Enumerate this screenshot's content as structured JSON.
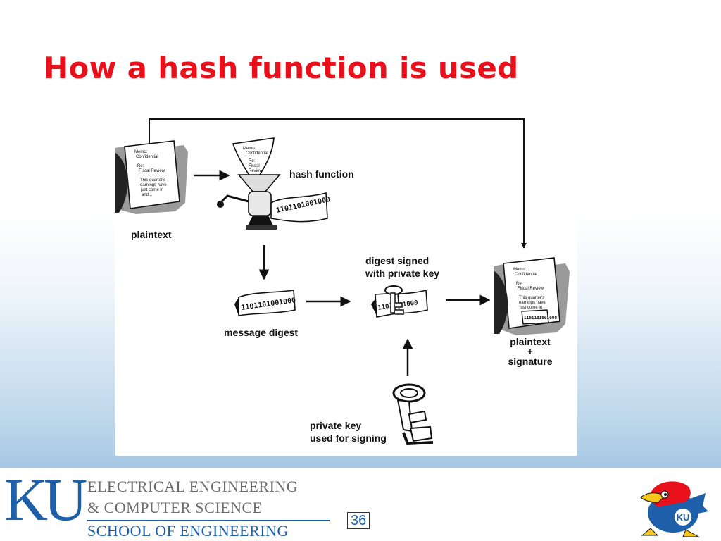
{
  "slide": {
    "title": "How a hash function is used",
    "page_number": "36"
  },
  "diagram": {
    "labels": {
      "plaintext": "plaintext",
      "hash_function": "hash function",
      "message_digest": "message digest",
      "digest_signed_1": "digest signed",
      "digest_signed_2": "with private key",
      "plaintext_signature_1": "plaintext",
      "plaintext_signature_2": "+",
      "plaintext_signature_3": "signature",
      "private_key_1": "private key",
      "private_key_2": "used for signing"
    },
    "memo": {
      "l1": "Memo:",
      "l2": "Confidential",
      "l3": "Re:",
      "l4": "Fiscal Review",
      "l5": "This quarter's",
      "l6": "earnings have",
      "l7": "just come in",
      "l8": "and..."
    },
    "funnel_memo": {
      "l1": "Memo:",
      "l2": "Confidential",
      "l3": "Re:",
      "l4": "Fiscal",
      "l5": "Review"
    },
    "digest_bits": "1101101001000",
    "digest_bits_short": "1101",
    "digest_bits_tail": "01000"
  },
  "footer": {
    "logo_letters": "KU",
    "dept_line1": "ELECTRICAL ENGINEERING",
    "dept_line2": "& COMPUTER SCIENCE",
    "school": "SCHOOL OF ENGINEERING",
    "mascot_badge": "KU"
  },
  "colors": {
    "title": "#e8101a",
    "ku_blue": "#1d5fa8",
    "dept_gray": "#6b6b6b"
  }
}
